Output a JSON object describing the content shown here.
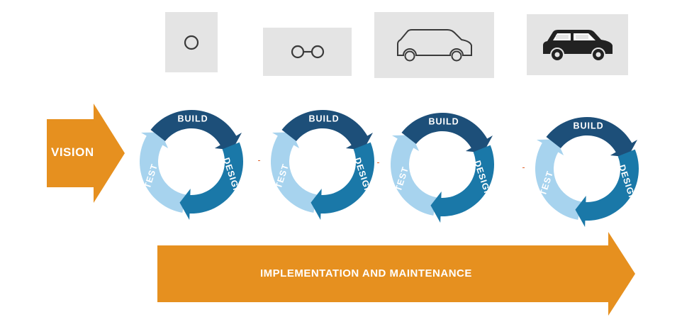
{
  "colors": {
    "orange": "#e6901f",
    "build": "#1d4f79",
    "design": "#1a78a8",
    "test": "#a7d3ee",
    "box_bg": "#e4e4e4",
    "icon_stroke": "#3a3a3a"
  },
  "stages": [
    {
      "icon": "circle-icon"
    },
    {
      "icon": "axle-icon"
    },
    {
      "icon": "car-outline-icon"
    },
    {
      "icon": "car-solid-icon"
    }
  ],
  "cycle_labels": {
    "build": "BUILD",
    "design": "DESIGN",
    "test": "TEST"
  },
  "vision_label": "VISION",
  "implementation_label": "IMPLEMENTATION AND MAINTENANCE"
}
